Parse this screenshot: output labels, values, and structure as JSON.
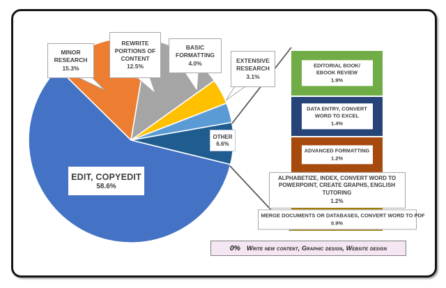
{
  "chart_data": {
    "type": "pie",
    "title": "",
    "unit": "%",
    "start_angle_deg": -45.5,
    "slices": [
      {
        "label": "MINOR RESEARCH",
        "value": 15.3,
        "color": "#ED7D31"
      },
      {
        "label": "REWRITE PORTIONS OF CONTENT",
        "value": 12.5,
        "color": "#A5A5A5"
      },
      {
        "label": "BASIC FORMATTING",
        "value": 4.0,
        "color": "#FFC000"
      },
      {
        "label": "EXTENSIVE RESEARCH",
        "value": 3.1,
        "color": "#5B9BD5"
      },
      {
        "label": "OTHER",
        "value": 6.6,
        "color": "#1F5C90"
      },
      {
        "label": "EDIT, COPYEDIT",
        "value": 58.6,
        "color": "#4472C4"
      }
    ],
    "breakdown_of": "OTHER",
    "breakdown": [
      {
        "label": "EDITORIAL BOOK/ EBOOK REVIEW",
        "value": 1.9,
        "color": "#70AD47"
      },
      {
        "label": "DATA ENTRY, CONVERT WORD TO EXCEL",
        "value": 1.4,
        "color": "#264478"
      },
      {
        "label": "ADVANCED FORMATTING",
        "value": 1.2,
        "color": "#A64A0E"
      },
      {
        "label": "ALPHABETIZE, INDEX, CONVERT WORD TO POWERPOINT, CREATE GRAPHS, ENGLISH TUTORING",
        "value": 1.2,
        "color": "#666666"
      },
      {
        "label": "MERGE DOCUMENTS OR DATABASES, CONVERT WORD TO PDF",
        "value": 0.9,
        "color": "#9E7C0A"
      }
    ],
    "zero_note": {
      "pct": "0%",
      "items": "Write new content, Graphic design, Website design"
    }
  },
  "pie_labels": {
    "edit": {
      "title": "EDIT, COPYEDIT",
      "pct": "58.6%"
    },
    "other": {
      "title": "OTHER",
      "pct": "6.6%"
    },
    "minor": {
      "title": "MINOR RESEARCH",
      "pct": "15.3%"
    },
    "rewrite": {
      "title": "REWRITE PORTIONS OF CONTENT",
      "pct": "12.5%"
    },
    "basic": {
      "title": "BASIC FORMATTING",
      "pct": "4.0%"
    },
    "extensive": {
      "title": "EXTENSIVE RESEARCH",
      "pct": "3.1%"
    }
  },
  "bar_labels": {
    "s1": {
      "title": "EDITORIAL BOOK/ EBOOK REVIEW",
      "pct": "1.9%"
    },
    "s2": {
      "title": "DATA ENTRY, CONVERT WORD TO EXCEL",
      "pct": "1.4%"
    },
    "s3": {
      "title": "ADVANCED FORMATTING",
      "pct": "1.2%"
    },
    "s4": {
      "title": "ALPHABETIZE, INDEX, CONVERT WORD TO POWERPOINT, CREATE GRAPHS, ENGLISH TUTORING",
      "pct": "1.2%"
    },
    "s5": {
      "title": "MERGE DOCUMENTS OR DATABASES, CONVERT WORD TO PDF",
      "pct": "0.9%"
    }
  },
  "note": {
    "pct": "0%",
    "text": "Write new content, Graphic design, Website design",
    "bg": "#F4E6F2"
  },
  "colors": {
    "connector_line": "#595959",
    "callout_border": "#A6A6A6",
    "frame_border": "#141414"
  }
}
